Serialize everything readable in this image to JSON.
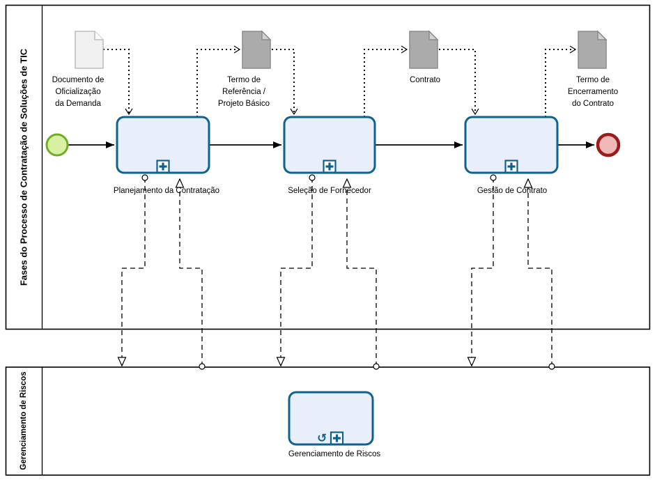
{
  "pools": [
    {
      "title": "Fases do Processo de Contratação de Soluções de TIC"
    },
    {
      "title": "Gerenciamento de Riscos"
    }
  ],
  "activities": [
    {
      "label": "Planejamento da Contratação",
      "type": "collapsed-subprocess"
    },
    {
      "label": "Seleção de Fornecedor",
      "type": "collapsed-subprocess"
    },
    {
      "label": "Gestão de Contrato",
      "type": "collapsed-subprocess"
    },
    {
      "label": "Gerenciamento de Riscos",
      "type": "collapsed-subprocess-loop"
    }
  ],
  "documents": [
    {
      "label": "Documento de\nOficialização\nda Demanda",
      "shade": "light"
    },
    {
      "label": "Termo de\nReferência /\nProjeto Básico",
      "shade": "dark"
    },
    {
      "label": "Contrato",
      "shade": "dark"
    },
    {
      "label": "Termo de\nEncerramento\ndo Contrato",
      "shade": "dark"
    }
  ],
  "events": [
    {
      "type": "start"
    },
    {
      "type": "end"
    }
  ],
  "icons": {
    "loop_glyph": "↺",
    "plus_glyph": "+"
  },
  "colors": {
    "task_fill": "#e9eefb",
    "task_border": "#0f6190",
    "start_fill": "#d7f0a2",
    "start_border": "#71ae26",
    "end_fill": "#efb9b9",
    "end_border": "#9c1a1a",
    "doc_light_fill": "#f1f1f1",
    "doc_light_border": "#bcbcbc",
    "doc_dark_fill": "#ababab",
    "doc_dark_border": "#8b8b8b",
    "line": "#000000"
  }
}
